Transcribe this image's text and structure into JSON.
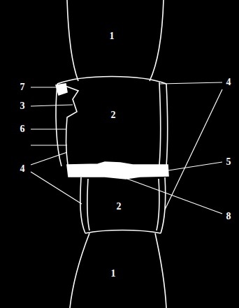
{
  "diagram": {
    "labels": [
      "1",
      "7",
      "4",
      "3",
      "2",
      "6",
      "5",
      "4",
      "8",
      "2",
      "1"
    ]
  }
}
